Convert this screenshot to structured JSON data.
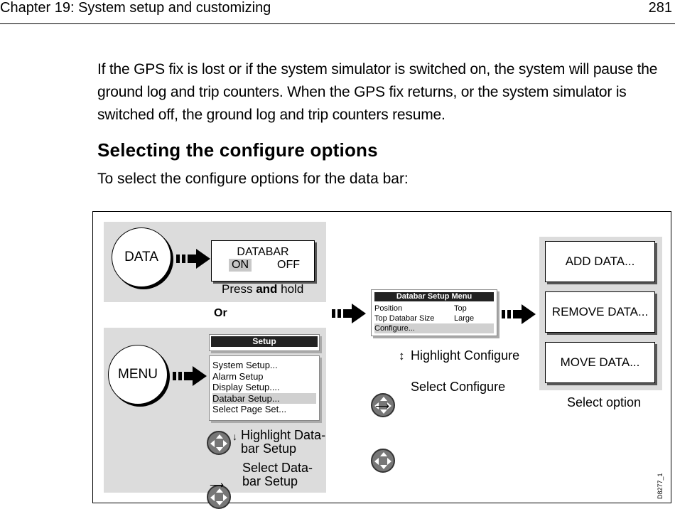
{
  "header": {
    "chapter": "Chapter 19: System setup and customizing",
    "page": "281"
  },
  "body": {
    "paragraph": "If the GPS fix is lost or if the system simulator is switched on, the system will pause the ground log and trip counters. When the GPS fix returns, or the system simulator is switched off, the ground log and trip counters resume.",
    "heading": "Selecting the configure options",
    "intro": "To select the configure options for the data bar:"
  },
  "figure": {
    "data_button": "DATA",
    "databar_title": "DATABAR",
    "databar_on": "ON",
    "databar_off": "OFF",
    "press_1": "Press ",
    "press_and": "and",
    "press_2": " hold",
    "or": "Or",
    "menu_button": "MENU",
    "setup_title": "Setup",
    "setup_items": [
      "System Setup...",
      "Alarm Setup",
      "Display Setup....",
      "Databar Setup...",
      "Select Page Set..."
    ],
    "highlight_databar": "Highlight Data-\nbar Setup",
    "select_databar": "Select Data-\nbar Setup",
    "databar_menu_title": "Databar Setup Menu",
    "dsm_rows": [
      {
        "label": "Position",
        "value": "Top"
      },
      {
        "label": "Top Databar Size",
        "value": "Large"
      },
      {
        "label": "Configure...",
        "value": ""
      }
    ],
    "highlight_configure": "Highlight Configure",
    "select_configure": "Select Configure",
    "options": [
      "ADD DATA...",
      "REMOVE DATA...",
      "MOVE DATA..."
    ],
    "select_option": "Select option",
    "figure_id": "D8277_1"
  }
}
